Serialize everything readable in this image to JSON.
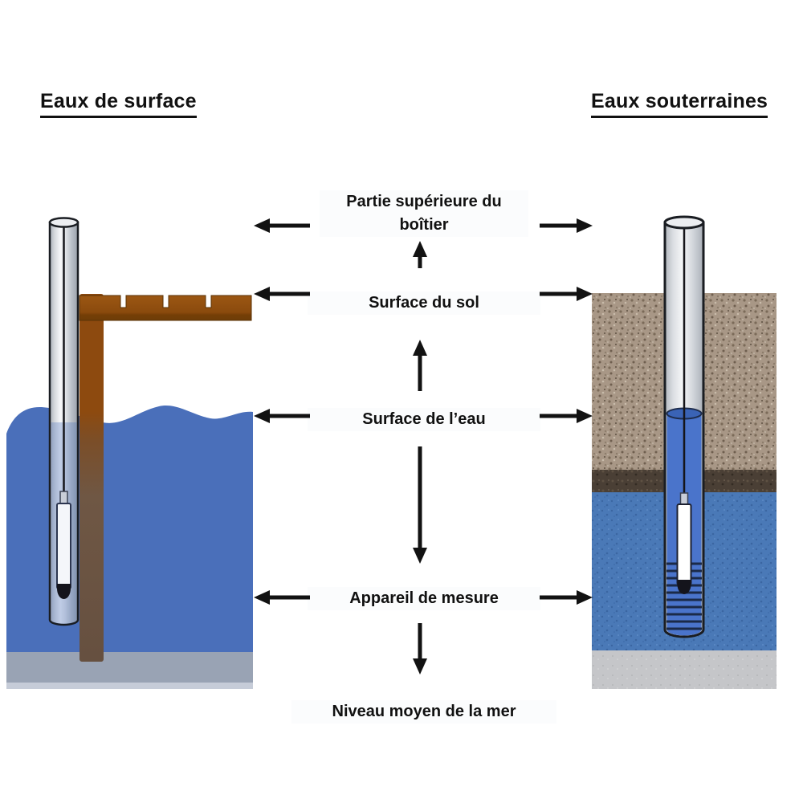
{
  "titles": {
    "left": "Eaux de surface",
    "right": "Eaux souterraines"
  },
  "annotations": [
    {
      "label": "Partie supérieure du boîtier",
      "left_arrow": "points-left",
      "right_arrow": "points-right"
    },
    {
      "label": "Surface du sol",
      "left_arrow": "points-left",
      "right_arrow": "points-right"
    },
    {
      "label": "Surface de l’eau",
      "left_arrow": "points-left",
      "right_arrow": "points-right"
    },
    {
      "label": "Appareil de mesure",
      "left_arrow": "points-left",
      "right_arrow": "points-right"
    },
    {
      "label": "Niveau moyen de la mer",
      "left_arrow": "none",
      "right_arrow": "none"
    }
  ],
  "vertical_arrows": [
    {
      "between": "Partie supérieure du boîtier / Surface du sol",
      "direction": "up"
    },
    {
      "between": "Surface du sol / Surface de l’eau",
      "direction": "up"
    },
    {
      "between": "Surface de l’eau / Appareil de mesure",
      "direction": "down"
    },
    {
      "between": "Appareil de mesure / Niveau moyen de la mer",
      "direction": "down"
    }
  ],
  "icons": {
    "horizontal_left": "left-arrow-icon",
    "horizontal_right": "right-arrow-icon",
    "vertical_up": "up-arrow-icon",
    "vertical_down": "down-arrow-icon"
  },
  "colors": {
    "text": "#111111",
    "arrow": "#121212",
    "water_left": "#4a6fba",
    "sediment_left": "#99a3b4",
    "sediment_left_light": "#c6ccd8",
    "dock_brown": "#94500f",
    "dock_brown_dark": "#6e3d08",
    "post_submerged": "#6e5744",
    "pipe_light": "#dfe2e7",
    "pipe_outline": "#1a1d22",
    "gravel": "#a89786",
    "clay_layer": "#4a3f35",
    "aquifer": "#4a79b7",
    "gray_bottom": "#c5c6c9",
    "pipe_water": "#4a74cb",
    "water_surface_in_pipe": "#3a63b5",
    "sensor_body": "#f4f6fa",
    "sensor_tip": "#14141c",
    "wire": "#15151a",
    "screen_slots": "#1b2a48"
  }
}
